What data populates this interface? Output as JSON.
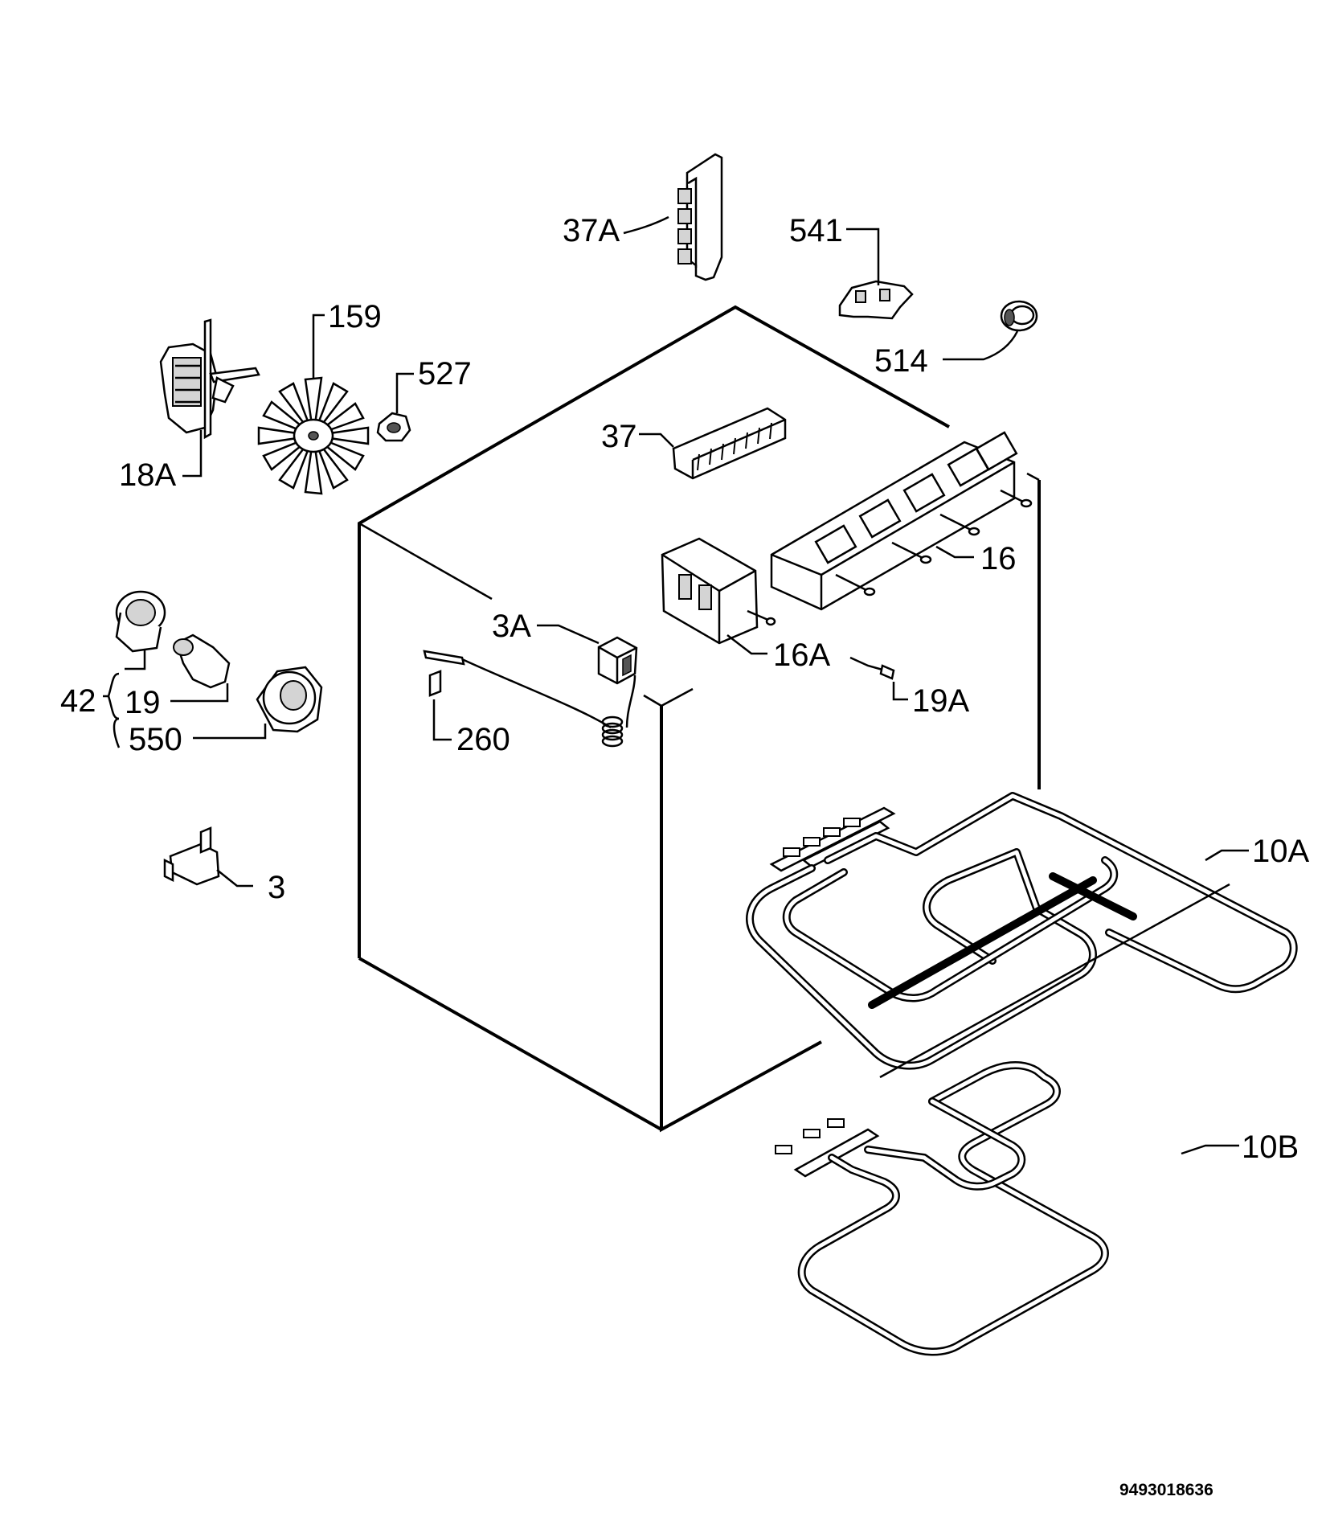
{
  "labels": {
    "p37a": "37A",
    "p541": "541",
    "p159": "159",
    "p527": "527",
    "p514": "514",
    "p37": "37",
    "p18a": "18A",
    "p16": "16",
    "p3a": "3A",
    "p16a": "16A",
    "p19a": "19A",
    "p42": "42",
    "p19": "19",
    "p550": "550",
    "p260": "260",
    "p10a": "10A",
    "p3": "3",
    "p10b": "10B"
  },
  "document_number": "9493018636"
}
